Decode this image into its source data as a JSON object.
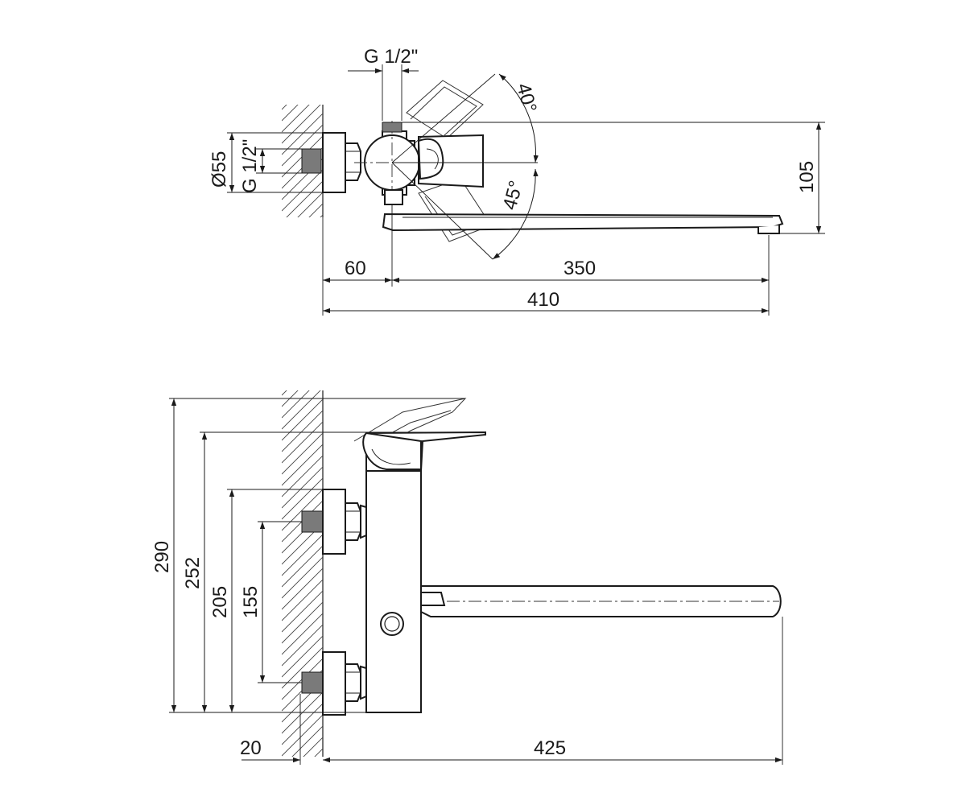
{
  "top_view": {
    "thread_top": "G 1/2\"",
    "angle_up": "40°",
    "angle_down": "45°",
    "diameter": "Ø55",
    "thread_side": "G 1/2\"",
    "height": "105",
    "wall_offset": "60",
    "spout_length": "350",
    "total_length": "410"
  },
  "side_view": {
    "total_height": "290",
    "handle_height": "252",
    "upper_inlet_height": "205",
    "lower_inlet_height": "155",
    "wall_thickness": "20",
    "spout_reach": "425"
  },
  "colors": {
    "line": "#1a1a1a",
    "thread_fill": "#7a7a7a"
  }
}
